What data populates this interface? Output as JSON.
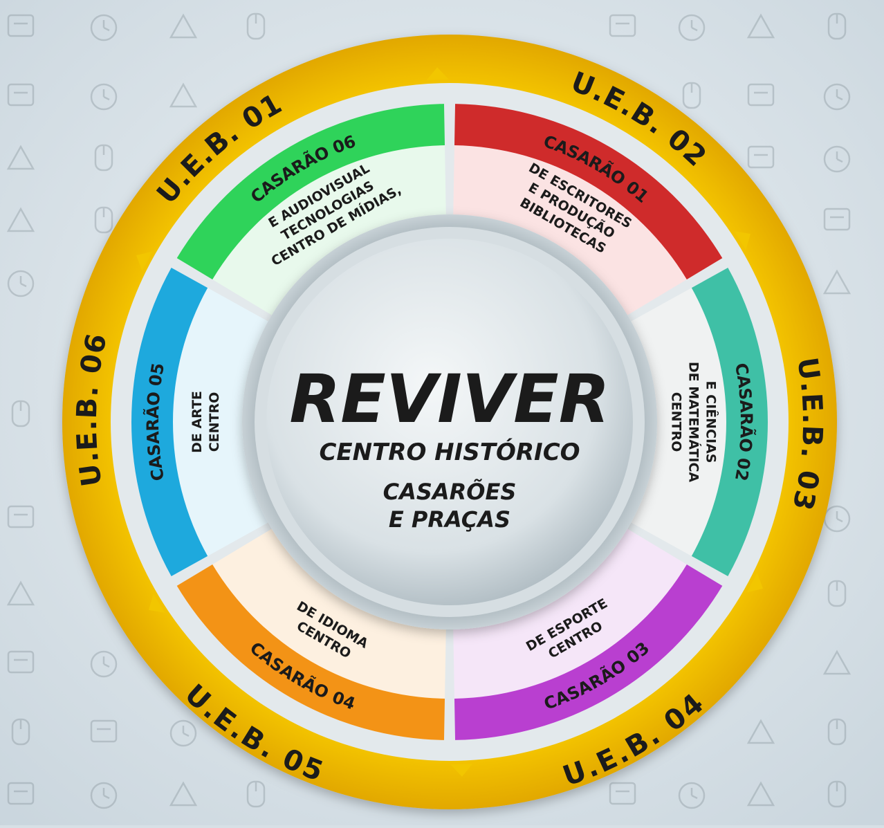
{
  "title": {
    "main": "REVIVER",
    "line1": "CENTRO HISTÓRICO",
    "line2": "CASARÕES",
    "line3": "E PRAÇAS"
  },
  "outer_ring": {
    "color": "#f2c600",
    "labels": [
      "U.E.B. 01",
      "U.E.B. 02",
      "U.E.B. 03",
      "U.E.B. 04",
      "U.E.B. 05",
      "U.E.B. 06"
    ]
  },
  "segments": [
    {
      "casarao": "CASARÃO 01",
      "color": "#cf2b2b",
      "fill": "#fbe3e3",
      "center": [
        "BIBLIOTECAS",
        "E PRODUÇÃO",
        "DE ESCRITORES"
      ]
    },
    {
      "casarao": "CASARÃO 02",
      "color": "#3fc0a6",
      "fill": "#f0f2f2",
      "center": [
        "CENTRO",
        "DE MATEMÁTICA",
        "E CIÊNCIAS"
      ]
    },
    {
      "casarao": "CASARÃO 03",
      "color": "#b93fd0",
      "fill": "#f5e6f8",
      "center": [
        "CENTRO",
        "DE ESPORTE"
      ]
    },
    {
      "casarao": "CASARÃO 04",
      "color": "#f39316",
      "fill": "#fdf0e0",
      "center": [
        "CENTRO",
        "DE IDIOMA"
      ]
    },
    {
      "casarao": "CASARÃO 05",
      "color": "#1ea9dd",
      "fill": "#e6f5fb",
      "center": [
        "CENTRO",
        "DE ARTE"
      ]
    },
    {
      "casarao": "CASARÃO 06",
      "color": "#2fd35a",
      "fill": "#e8f9ec",
      "center": [
        "CENTRO DE MÍDIAS,",
        "TECNOLOGIAS",
        "E AUDIOVISUAL"
      ]
    }
  ],
  "icons": [
    "teacher-icon",
    "desk-icon",
    "school-bus-icon",
    "backpack-icon",
    "printer-icon",
    "mouse-icon",
    "chat-icon",
    "apple-icon",
    "globe-icon",
    "clipboard-icon",
    "flask-icon",
    "pen-icon",
    "telescope-icon",
    "clock-icon",
    "alarm-clock-icon",
    "pencil-cup-icon",
    "compass-icon",
    "chalkboard-icon",
    "books-icon",
    "microscope-icon"
  ]
}
